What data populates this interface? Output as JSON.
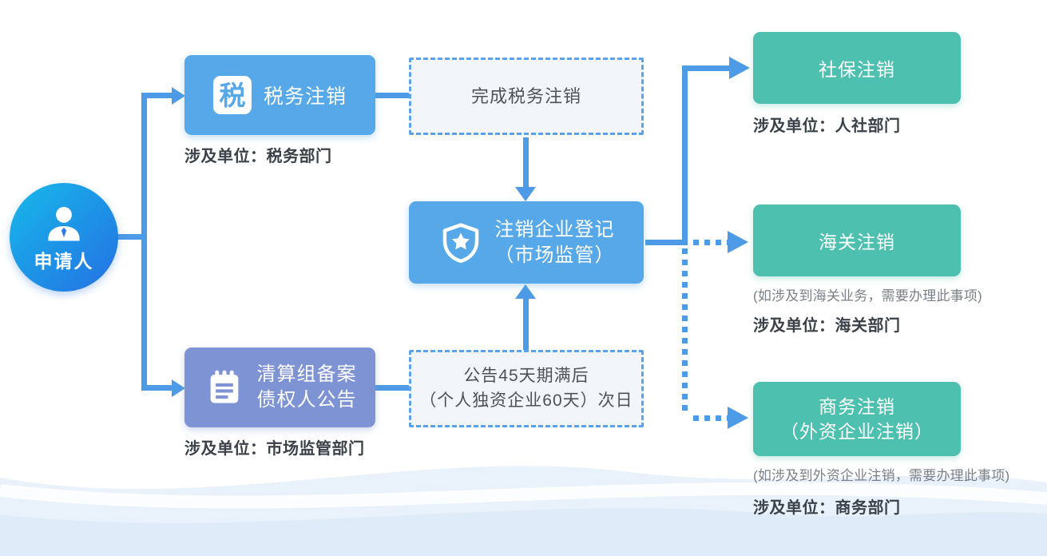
{
  "applicant": {
    "label": "申请人"
  },
  "icons": {
    "tax_glyph": "税"
  },
  "left_flow": {
    "tax_box": {
      "title": "税务注销",
      "caption": "涉及单位：税务部门"
    },
    "liquidation_box": {
      "line1": "清算组备案",
      "line2": "债权人公告",
      "caption": "涉及单位：市场监管部门"
    }
  },
  "middle_flow": {
    "tax_done_box": {
      "title": "完成税务注销"
    },
    "registration_box": {
      "line1": "注销企业登记",
      "line2": "（市场监管）"
    },
    "announcement_box": {
      "line1": "公告45天期满后",
      "line2": "（个人独资企业60天）次日"
    }
  },
  "right_flow": {
    "social_box": {
      "title": "社保注销",
      "caption": "涉及单位：人社部门"
    },
    "customs_box": {
      "title": "海关注销",
      "note": "(如涉及到海关业务，需要办理此事项)",
      "caption": "涉及单位：海关部门"
    },
    "commerce_box": {
      "line1": "商务注销",
      "line2": "（外资企业注销）",
      "note": "(如涉及到外资企业注销，需要办理此事项)",
      "caption": "涉及单位：商务部门"
    }
  },
  "colors": {
    "node_blue": "#57a8e8",
    "node_purple": "#7e93d3",
    "node_teal": "#4dc0af",
    "arrow_blue": "#4d9be6",
    "dashed_border": "#5aa2ec",
    "dashed_background": "#f2f5f9",
    "caption_text": "#3b4148",
    "note_text": "#7a8087",
    "applicant_gradient_start": "#17b9ea",
    "applicant_gradient_end": "#2470e3"
  }
}
